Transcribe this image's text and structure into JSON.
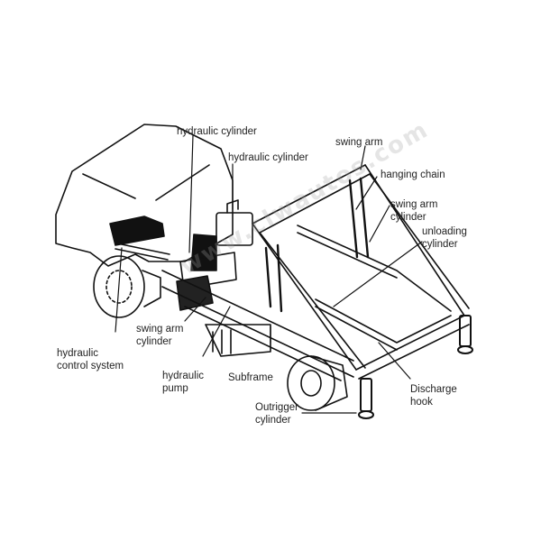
{
  "diagram": {
    "subject": "Skip loader truck hydraulic system and swing arm structure",
    "watermark": "www.clwautos.com",
    "labels": {
      "hydraulic_cylinder_1": [
        "hydraulic cylinder"
      ],
      "hydraulic_cylinder_2": [
        "hydraulic cylinder"
      ],
      "swing_arm": [
        "swing arm"
      ],
      "hanging_chain": [
        "hanging chain"
      ],
      "swing_arm_cylinder_right": [
        "swing arm",
        "cylinder"
      ],
      "unloading_cylinder": [
        "unloading",
        "cylinder"
      ],
      "swing_arm_cylinder_left": [
        "swing arm",
        "cylinder"
      ],
      "hydraulic_control_system": [
        "hydraulic",
        "control system"
      ],
      "hydraulic_pump": [
        "hydraulic",
        "pump"
      ],
      "subframe": [
        "Subframe"
      ],
      "outrigger_cylinder": [
        "Outrigger",
        "cylinder"
      ],
      "discharge_hook": [
        "Discharge",
        "hook"
      ]
    },
    "colors": {
      "line": "#111111",
      "background": "#ffffff",
      "text": "#222222"
    }
  }
}
